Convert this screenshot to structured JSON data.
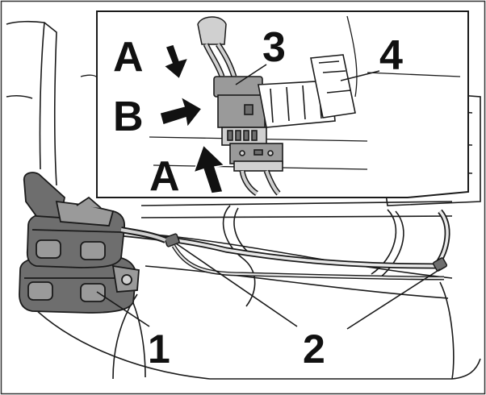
{
  "colors": {
    "line": "#1a1a1a",
    "dark_part": "#6e6e6e",
    "mid_part": "#9a9a9a",
    "light_part": "#d0d0d0",
    "background": "#ffffff"
  },
  "inset": {
    "labels": {
      "press_top": "A",
      "push_in": "B",
      "press_bottom": "A",
      "callout_3": "3",
      "callout_4": "4"
    },
    "icons": [
      "arrow-down-icon",
      "arrow-right-icon",
      "arrow-up-icon"
    ]
  },
  "main": {
    "labels": {
      "callout_1": "1",
      "callout_2": "2"
    }
  }
}
